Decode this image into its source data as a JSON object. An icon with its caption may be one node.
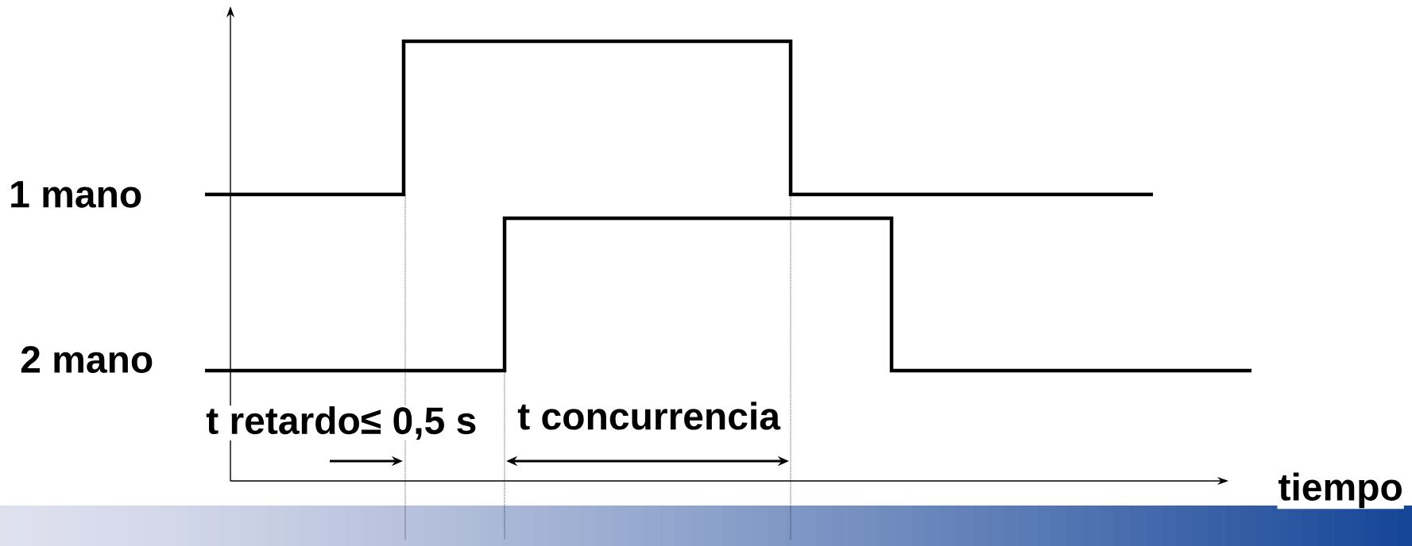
{
  "diagram": {
    "labels": [
      "1 mano",
      "2 mano",
      "t retardo≤ 0,5 s",
      "t concurrencia",
      "tiempo"
    ]
  }
}
